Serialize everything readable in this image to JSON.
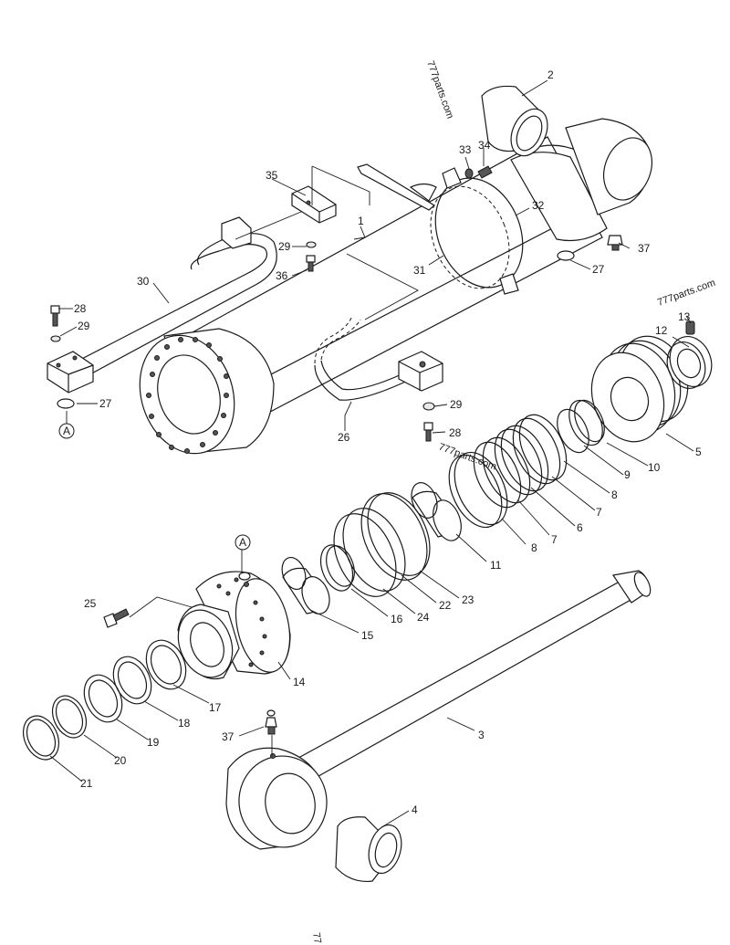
{
  "watermarks": [
    "777parts.com",
    "777parts.com",
    "777parts.com"
  ],
  "reference_mark": "A",
  "callouts": {
    "c1": "1",
    "c2": "2",
    "c3": "3",
    "c4": "4",
    "c5": "5",
    "c6": "6",
    "c7a": "7",
    "c7b": "7",
    "c8a": "8",
    "c8b": "8",
    "c9": "9",
    "c10": "10",
    "c11": "11",
    "c12": "12",
    "c13": "13",
    "c14": "14",
    "c15": "15",
    "c16": "16",
    "c17": "17",
    "c18": "18",
    "c19": "19",
    "c20": "20",
    "c21": "21",
    "c22": "22",
    "c23": "23",
    "c24": "24",
    "c25": "25",
    "c26": "26",
    "c27a": "27",
    "c27b": "27",
    "c28a": "28",
    "c28b": "28",
    "c29a": "29",
    "c29b": "29",
    "c29c": "29",
    "c30": "30",
    "c31": "31",
    "c32": "32",
    "c33": "33",
    "c34": "34",
    "c35": "35",
    "c36": "36",
    "c37a": "37",
    "c37b": "37"
  },
  "footer_fragment": "77"
}
